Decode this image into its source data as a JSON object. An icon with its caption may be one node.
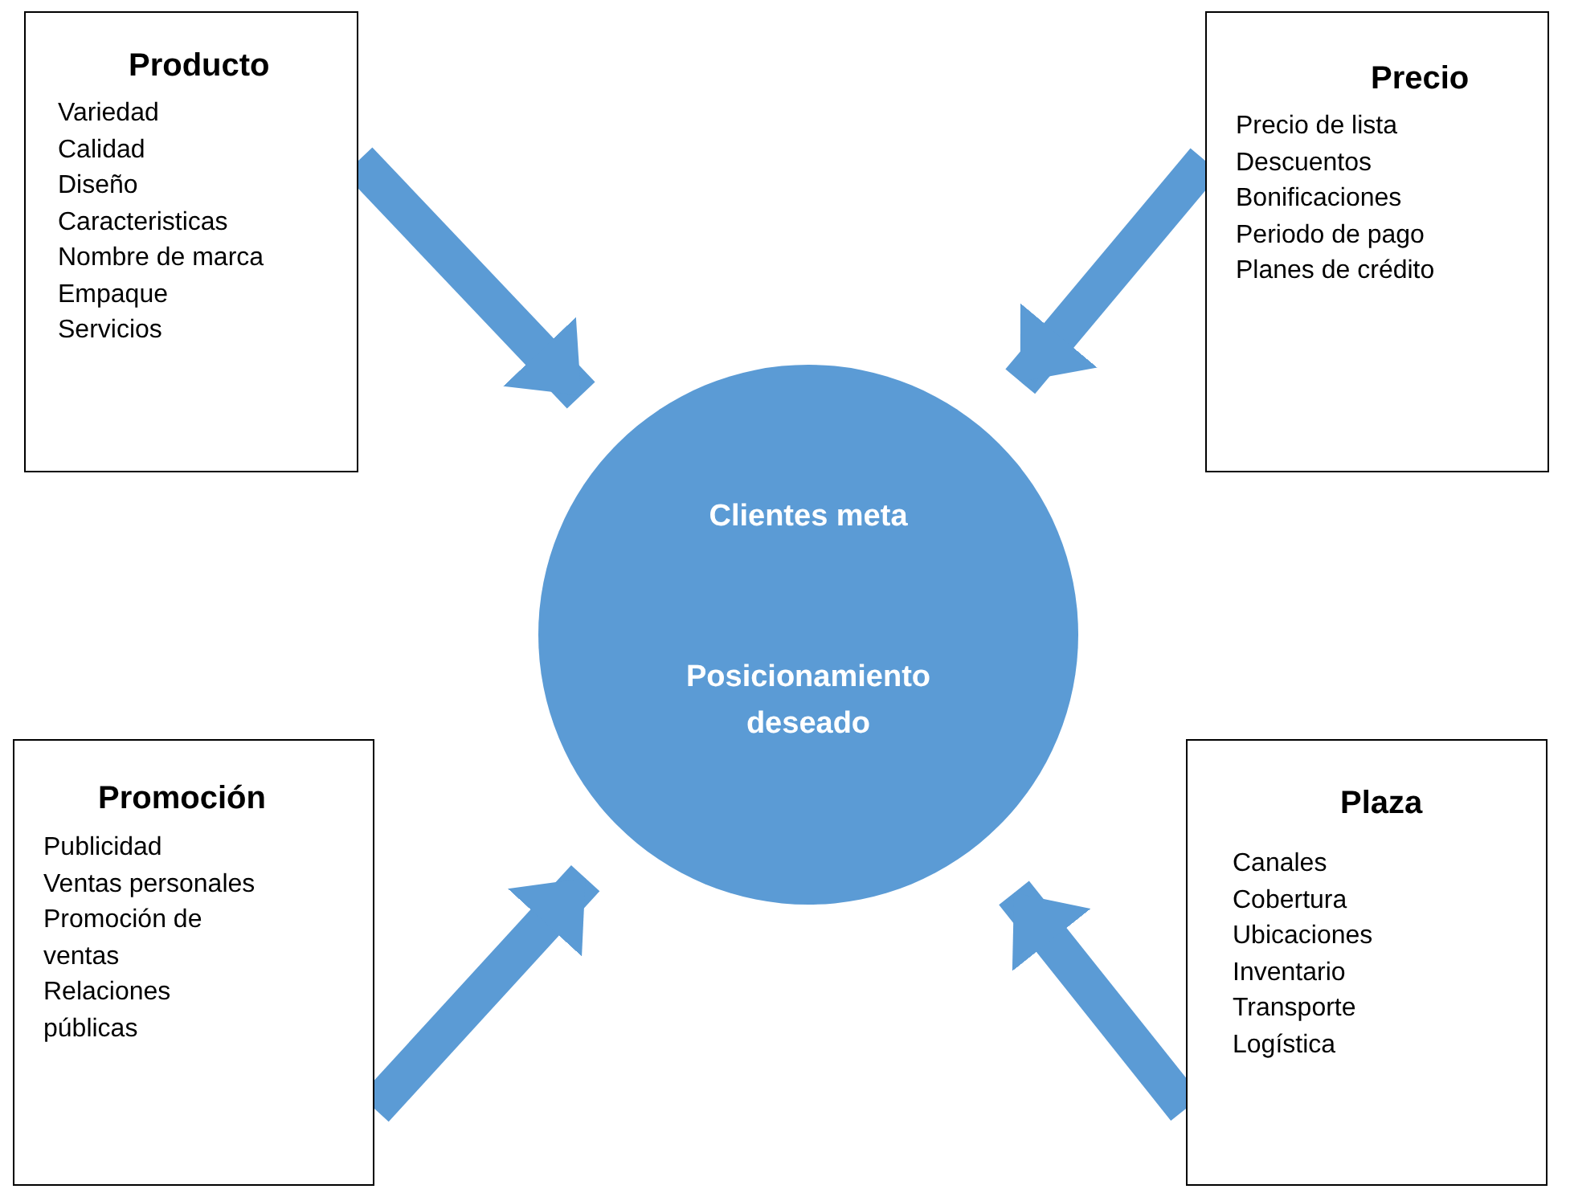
{
  "diagram": {
    "nodes": [
      {
        "text": [
          "Producto",
          "Variedad",
          "Calidad",
          "Diseño",
          "Caracteristicas",
          "Nombre de marca",
          "Empaque",
          "Servicios"
        ]
      },
      {
        "text": [
          "Precio",
          "Precio de lista",
          "Descuentos",
          "Bonificaciones",
          "Periodo de pago",
          "Planes de crédito"
        ]
      },
      {
        "text": [
          "Clientes meta",
          "Posicionamiento deseado"
        ]
      },
      {
        "text": [
          "Promoción",
          "Publicidad",
          "Ventas personales",
          "Promoción de ventas",
          "Relaciones públicas"
        ]
      },
      {
        "text": [
          "Plaza",
          "Canales",
          "Cobertura",
          "Ubicaciones",
          "Inventario",
          "Transporte",
          "Logística"
        ]
      }
    ],
    "edges": [
      {
        "from": 0,
        "to": 2,
        "arrow": "to"
      },
      {
        "from": 1,
        "to": 2,
        "arrow": "to"
      },
      {
        "from": 3,
        "to": 2,
        "arrow": "to"
      },
      {
        "from": 4,
        "to": 2,
        "arrow": "to"
      }
    ]
  }
}
